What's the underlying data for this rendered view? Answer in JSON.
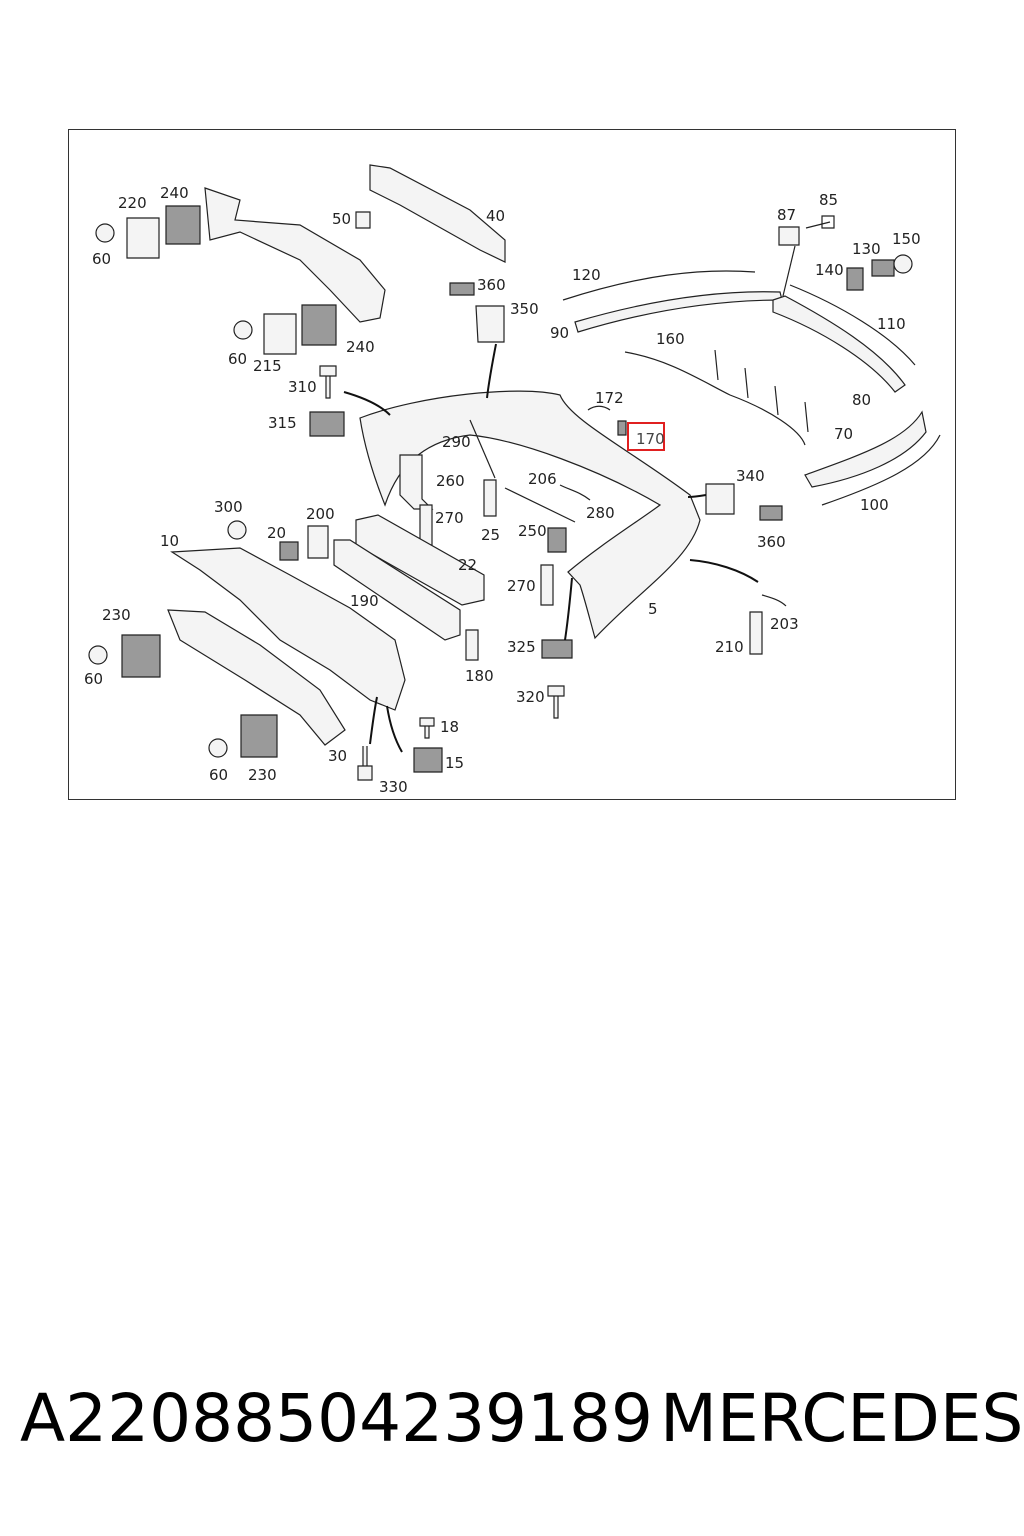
{
  "diagram": {
    "labels": [
      "40",
      "50",
      "220",
      "240",
      "60",
      "360",
      "350",
      "120",
      "90",
      "87",
      "85",
      "130",
      "150",
      "140",
      "110",
      "160",
      "60",
      "215",
      "240",
      "310",
      "172",
      "170",
      "80",
      "315",
      "290",
      "70",
      "260",
      "206",
      "340",
      "300",
      "200",
      "20",
      "10",
      "270",
      "25",
      "280",
      "22",
      "250",
      "360",
      "100",
      "190",
      "270",
      "230",
      "325",
      "210",
      "203",
      "5",
      "180",
      "60",
      "320",
      "18",
      "30",
      "15",
      "60",
      "230",
      "330"
    ],
    "highlighted_label": "170",
    "highlight_color": "#e02020"
  },
  "footer": {
    "part_number": "A22088504239189",
    "brand": "MERCEDES"
  }
}
